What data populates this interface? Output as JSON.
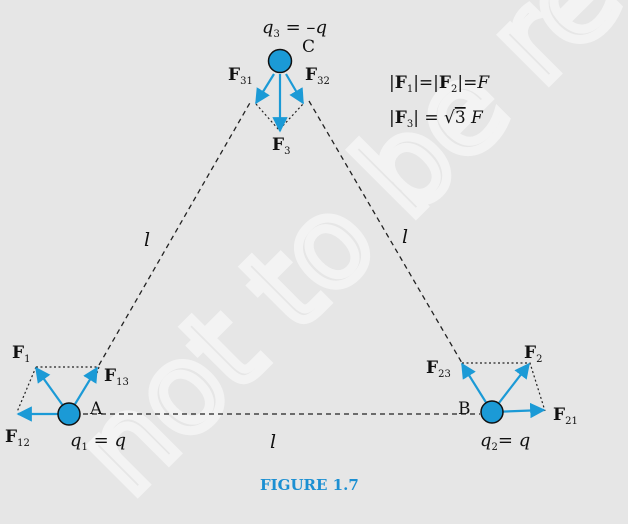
{
  "colors": {
    "background": "#e6e6e6",
    "arrow": "#1b9ad6",
    "charge_fill": "#1b9ad6",
    "caption": "#1b8fd2",
    "line": "#222222"
  },
  "watermark": "not to be republished © NCERT",
  "vertices": {
    "a": "A",
    "b": "B",
    "c": "C"
  },
  "charges": {
    "q3": {
      "sym": "q",
      "sub": "3",
      "rel": " = –",
      "val": "q"
    },
    "q1": {
      "sym": "q",
      "sub": "1",
      "rel": " = ",
      "val": "q"
    },
    "q2": {
      "sym": "q",
      "sub": "2",
      "rel": "= ",
      "val": "q"
    }
  },
  "sides": {
    "left": "l",
    "right": "l",
    "bottom": "l"
  },
  "forces": {
    "f31": {
      "sym": "F",
      "sub": "31"
    },
    "f32": {
      "sym": "F",
      "sub": "32"
    },
    "f3": {
      "sym": "F",
      "sub": "3"
    },
    "f1": {
      "sym": "F",
      "sub": "1"
    },
    "f13": {
      "sym": "F",
      "sub": "13"
    },
    "f12": {
      "sym": "F",
      "sub": "12"
    },
    "f2": {
      "sym": "F",
      "sub": "2"
    },
    "f23": {
      "sym": "F",
      "sub": "23"
    },
    "f21": {
      "sym": "F",
      "sub": "21"
    }
  },
  "equations": {
    "eq1": {
      "bar": "|",
      "f": "F",
      "s1": "1",
      "eqpart": "|=|",
      "s2": "2",
      "end": "|=",
      "rhs": "F"
    },
    "eq2": {
      "bar": "|",
      "f": "F",
      "s3": "3",
      "end": "| = ",
      "root": "√",
      "num": "3",
      "rhs": "F"
    }
  },
  "caption": "FIGURE 1.7"
}
